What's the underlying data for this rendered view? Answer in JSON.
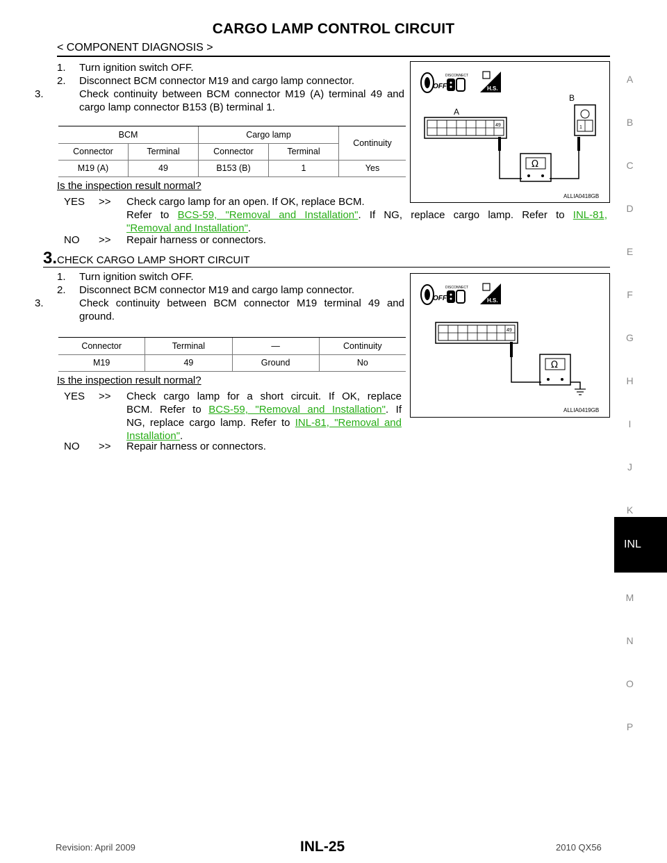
{
  "header": {
    "title": "CARGO LAMP CONTROL CIRCUIT",
    "subtitle": "< COMPONENT DIAGNOSIS >"
  },
  "side_index": {
    "letters": [
      "A",
      "B",
      "C",
      "D",
      "E",
      "F",
      "G",
      "H",
      "I",
      "J",
      "K",
      "M",
      "N",
      "O",
      "P"
    ],
    "active": "INL"
  },
  "section_open": {
    "steps": [
      {
        "num": "1.",
        "text": "Turn ignition switch OFF."
      },
      {
        "num": "2.",
        "text": "Disconnect BCM connector M19 and cargo lamp connector."
      },
      {
        "num": "3.",
        "text": "Check continuity between BCM connector M19 (A) terminal 49 and cargo lamp connector B153 (B) terminal 1."
      }
    ],
    "table": {
      "group_headers": [
        "BCM",
        "Cargo lamp",
        "Continuity"
      ],
      "sub_headers": [
        "Connector",
        "Terminal",
        "Connector",
        "Terminal"
      ],
      "row": [
        "M19 (A)",
        "49",
        "B153 (B)",
        "1",
        "Yes"
      ]
    },
    "question": "Is the inspection result normal?",
    "yes_key": "YES",
    "no_key": "NO",
    "arrow": ">>",
    "yes_text_1": "Check cargo lamp for an open. If OK, replace BCM.",
    "yes_text_2a": "Refer to ",
    "yes_link_1": "BCS-59, \"Removal and Installation\"",
    "yes_text_2b": ". If NG, replace cargo lamp. Refer to ",
    "yes_link_2a": "INL-81,",
    "yes_link_2b": "\"Removal and Installation\"",
    "yes_end": ".",
    "no_text": "Repair harness or connectors.",
    "figure": {
      "code": "ALLIA0418GB",
      "label_a": "A",
      "label_b": "B",
      "pin_a": "49",
      "pin_b": "1",
      "off": "OFF",
      "disconnect": "DISCONNECT",
      "hs": "H.S.",
      "ohm": "Ω"
    }
  },
  "section3": {
    "number": "3.",
    "heading": "CHECK CARGO LAMP SHORT CIRCUIT",
    "steps": [
      {
        "num": "1.",
        "text": "Turn ignition switch OFF."
      },
      {
        "num": "2.",
        "text": "Disconnect BCM connector M19 and cargo lamp connector."
      },
      {
        "num": "3.",
        "text": "Check continuity between BCM connector M19 terminal 49 and ground."
      }
    ],
    "table": {
      "headers": [
        "Connector",
        "Terminal",
        "—",
        "Continuity"
      ],
      "row": [
        "M19",
        "49",
        "Ground",
        "No"
      ]
    },
    "question": "Is the inspection result normal?",
    "yes_key": "YES",
    "no_key": "NO",
    "arrow": ">>",
    "yes_text_1": "Check cargo lamp for a short circuit. If OK, replace",
    "yes_text_2a": "BCM. Refer to ",
    "yes_link_1": "BCS-59, \"Removal and Installation\"",
    "yes_text_2b": ". If",
    "yes_text_3a": "NG, replace cargo lamp. Refer to ",
    "yes_link_2a": "INL-81, \"Removal and",
    "yes_link_2b": "Installation\"",
    "yes_end": ".",
    "no_text": "Repair harness or connectors.",
    "figure": {
      "code": "ALLIA0419GB",
      "pin": "49",
      "off": "OFF",
      "disconnect": "DISCONNECT",
      "hs": "H.S.",
      "ohm": "Ω"
    }
  },
  "footer": {
    "revision": "Revision: April 2009",
    "page": "INL-25",
    "model": "2010 QX56"
  },
  "colors": {
    "link": "#27ad16",
    "side_letters": "#8a8a8a",
    "tab_bg": "#000000"
  }
}
